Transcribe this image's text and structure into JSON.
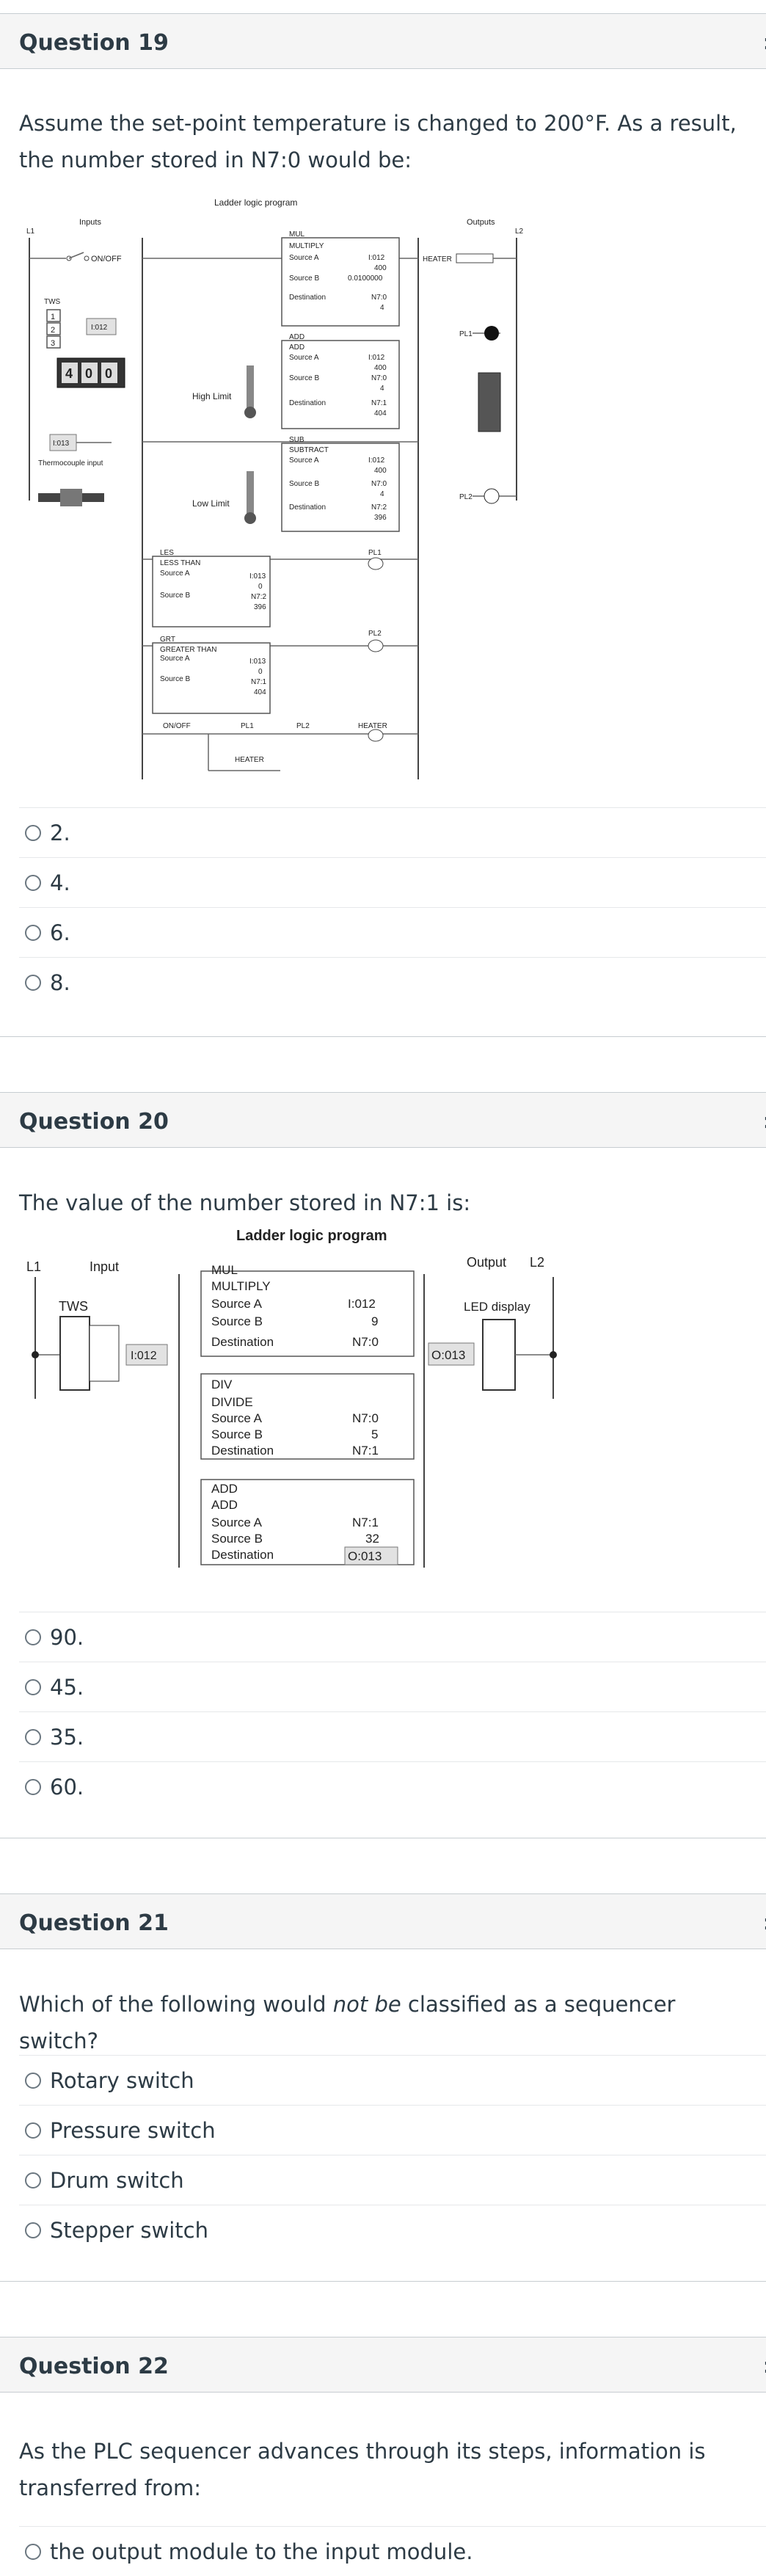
{
  "questions": [
    {
      "title": "Question 19",
      "text": "Assume the set-point temperature is changed to 200°F. As a result, the number stored in N7:0 would be:",
      "figure": {
        "heading": "Ladder logic program",
        "inputs_label": "Inputs",
        "outputs_label": "Outputs",
        "l1": "L1",
        "l2": "L2",
        "onoff_label": "ON/OFF",
        "tws_label": "TWS",
        "tws_digits": [
          "1",
          "2",
          "3"
        ],
        "i012": "I:012",
        "display_digits": [
          "4",
          "0",
          "0"
        ],
        "i013": "I:013",
        "thermocouple": "Thermocouple input",
        "high_limit": "High Limit",
        "low_limit": "Low Limit",
        "mul": {
          "tag": "MUL",
          "name": "MULTIPLY",
          "rows": [
            [
              "Source A",
              "I:012"
            ],
            [
              "",
              "400"
            ],
            [
              "Source B",
              "0.0100000"
            ],
            [
              "Destination",
              "N7:0"
            ],
            [
              "",
              "4"
            ]
          ]
        },
        "add": {
          "tag": "ADD",
          "name": "ADD",
          "rows": [
            [
              "Source A",
              "I:012"
            ],
            [
              "",
              "400"
            ],
            [
              "Source B",
              "N7:0"
            ],
            [
              "",
              "4"
            ],
            [
              "Destination",
              "N7:1"
            ],
            [
              "",
              "404"
            ]
          ]
        },
        "sub": {
          "tag": "SUB",
          "name": "SUBTRACT",
          "rows": [
            [
              "Source A",
              "I:012"
            ],
            [
              "",
              "400"
            ],
            [
              "Source B",
              "N7:0"
            ],
            [
              "",
              "4"
            ],
            [
              "Destination",
              "N7:2"
            ],
            [
              "",
              "396"
            ]
          ]
        },
        "les": {
          "tag": "LES",
          "name": "LESS THAN",
          "rows": [
            [
              "Source A",
              "I:013"
            ],
            [
              "",
              "0"
            ],
            [
              "Source B",
              "N7:2"
            ],
            [
              "",
              "396"
            ]
          ]
        },
        "grt": {
          "tag": "GRT",
          "name": "GREATER THAN",
          "rows": [
            [
              "Source A",
              "I:013"
            ],
            [
              "",
              "0"
            ],
            [
              "Source B",
              "N7:1"
            ],
            [
              "",
              "404"
            ]
          ]
        },
        "heater": "HEATER",
        "pl1": "PL1",
        "pl2": "PL2",
        "onoff_contact": "ON/OFF"
      },
      "answers": [
        "2.",
        "4.",
        "6.",
        "8."
      ]
    },
    {
      "title": "Question 20",
      "text": "The value of the number stored in N7:1 is:",
      "figure": {
        "heading": "Ladder logic program",
        "l1": "L1",
        "l2": "L2",
        "input_label": "Input",
        "output_label": "Output",
        "tws_label": "TWS",
        "i012": "I:012",
        "led_label": "LED display",
        "o013": "O:013",
        "mul": {
          "tag": "MUL",
          "name": "MULTIPLY",
          "rows": [
            [
              "Source A",
              "I:012"
            ],
            [
              "Source B",
              "9"
            ],
            [
              "Destination",
              "N7:0"
            ]
          ]
        },
        "div": {
          "tag": "DIV",
          "name": "DIVIDE",
          "rows": [
            [
              "Source A",
              "N7:0"
            ],
            [
              "Source B",
              "5"
            ],
            [
              "Destination",
              "N7:1"
            ]
          ]
        },
        "add": {
          "tag": "ADD",
          "name": "ADD",
          "rows": [
            [
              "Source A",
              "N7:1"
            ],
            [
              "Source B",
              "32"
            ],
            [
              "Destination",
              "O:013"
            ]
          ]
        }
      },
      "answers": [
        "90.",
        "45.",
        "35.",
        "60."
      ]
    },
    {
      "title": "Question 21",
      "text_before": "Which of the following would ",
      "text_emph": "not be",
      "text_after": " classified as a sequencer switch?",
      "answers": [
        "Rotary switch",
        "Pressure switch",
        "Drum switch",
        "Stepper switch"
      ]
    },
    {
      "title": "Question 22",
      "text": "As the PLC sequencer advances through its steps, information is transferred from:",
      "answers": [
        "the output module to the input module."
      ]
    }
  ]
}
